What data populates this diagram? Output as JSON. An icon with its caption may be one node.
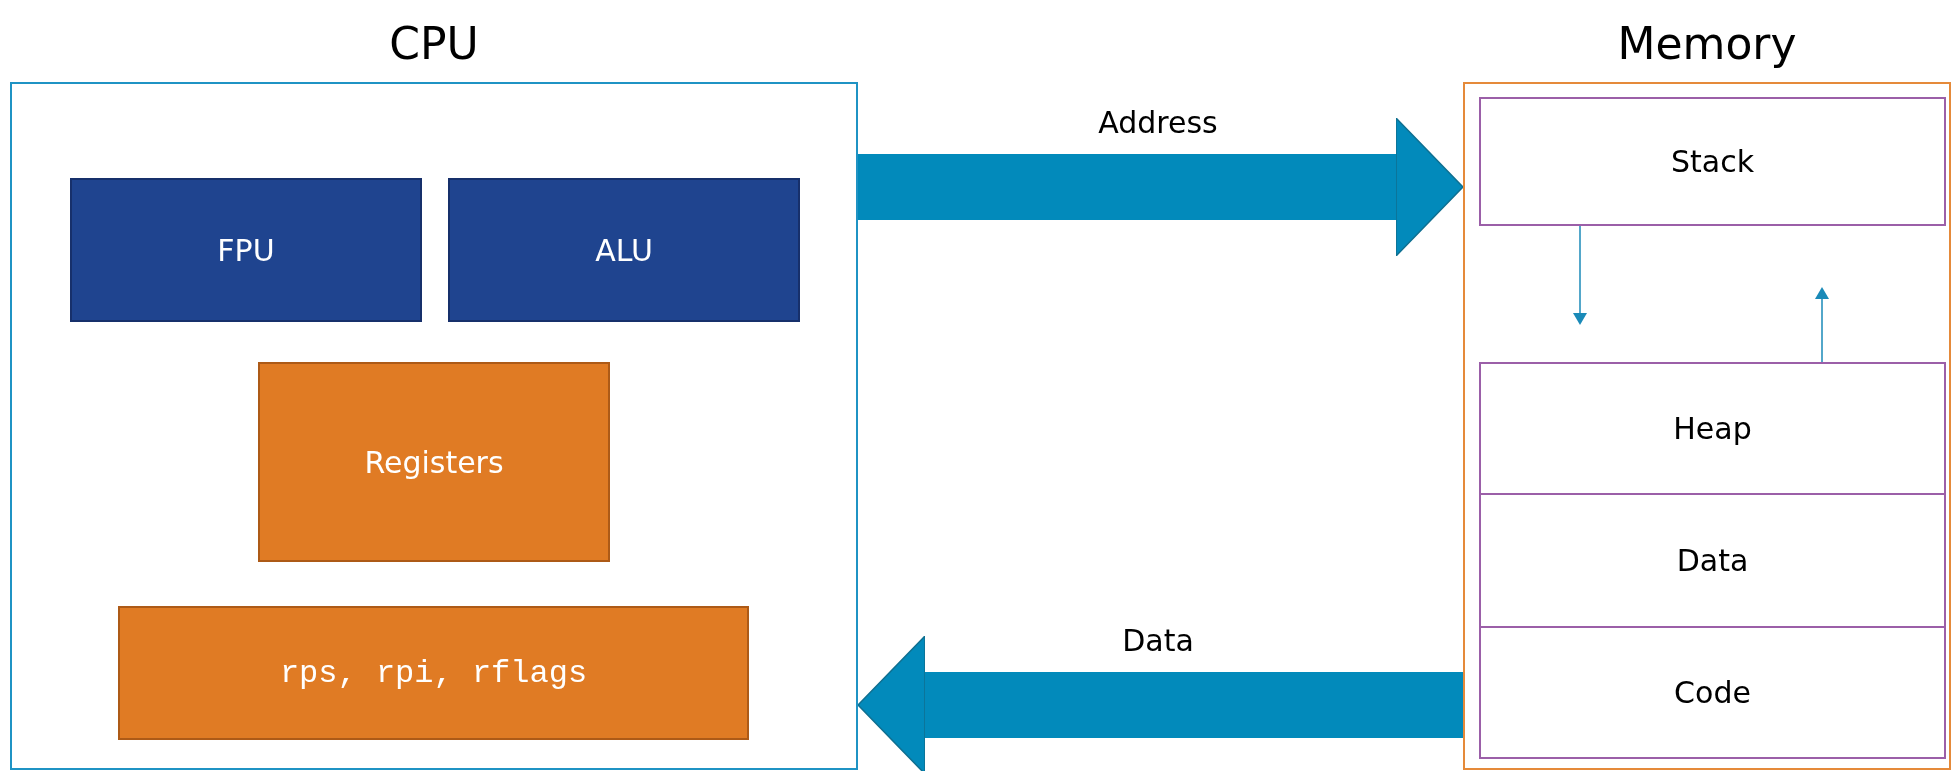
{
  "diagram": {
    "nodes": [
      {
        "text": [
          "CPU"
        ]
      },
      {
        "text": [
          "FPU"
        ],
        "in": 0
      },
      {
        "text": [
          "ALU"
        ],
        "in": 0
      },
      {
        "text": [
          "Registers"
        ],
        "in": 0
      },
      {
        "text": [
          "rps, rpi, rflags"
        ],
        "in": 0
      },
      {
        "text": [
          "Memory"
        ]
      },
      {
        "text": [
          "Stack"
        ],
        "in": 5
      },
      {
        "text": [
          "Heap"
        ],
        "in": 5
      },
      {
        "text": [
          "Data"
        ],
        "in": 5
      },
      {
        "text": [
          "Code"
        ],
        "in": 5
      }
    ],
    "edges": [
      {
        "from": 0,
        "to": 5,
        "arrow": "to",
        "label": "Address",
        "style": "thick"
      },
      {
        "from": 5,
        "to": 0,
        "arrow": "to",
        "label": "Data",
        "style": "thick"
      },
      {
        "from": 6,
        "to": null,
        "arrow": "to"
      },
      {
        "from": 7,
        "to": null,
        "arrow": "to"
      }
    ]
  }
}
